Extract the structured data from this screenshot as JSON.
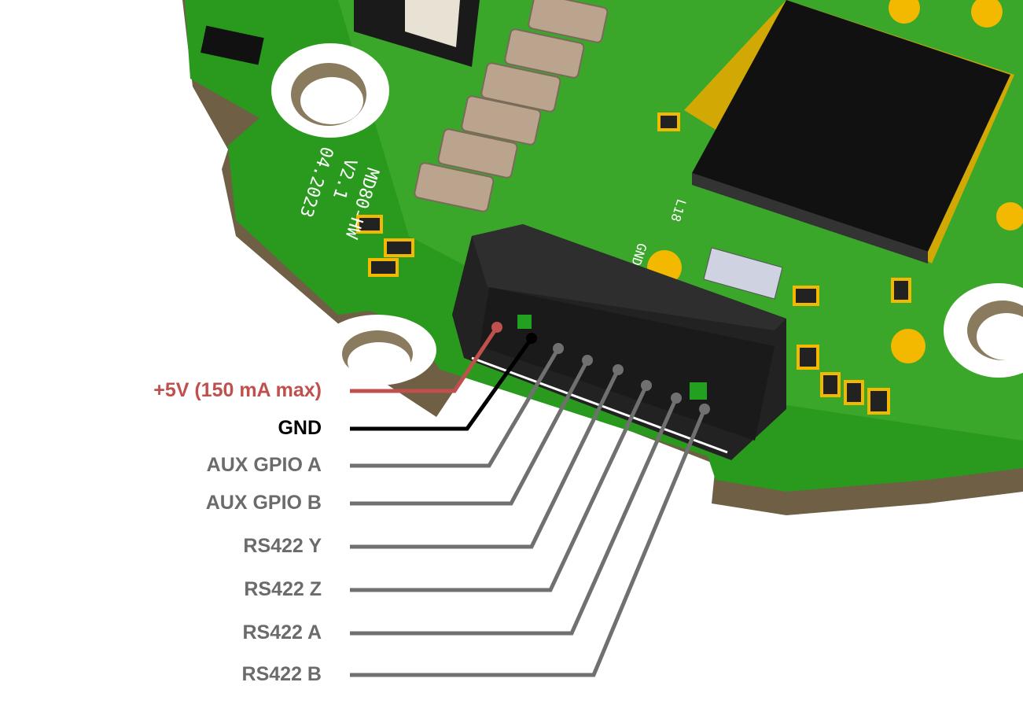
{
  "board": {
    "silkscreen": {
      "name": "MD80-HW",
      "version": "V2.1",
      "date": "04.2023",
      "gnd": "GND",
      "ref": "L18"
    }
  },
  "pins": [
    {
      "label": "+5V (150 mA max)",
      "color": "#c0504d"
    },
    {
      "label": "GND",
      "color": "#000000"
    },
    {
      "label": "AUX GPIO A",
      "color": "#6b6b6b"
    },
    {
      "label": "AUX GPIO B",
      "color": "#6b6b6b"
    },
    {
      "label": "RS422 Y",
      "color": "#6b6b6b"
    },
    {
      "label": "RS422 Z",
      "color": "#6b6b6b"
    },
    {
      "label": "RS422 A",
      "color": "#6b6b6b"
    },
    {
      "label": "RS422 B",
      "color": "#6b6b6b"
    }
  ]
}
